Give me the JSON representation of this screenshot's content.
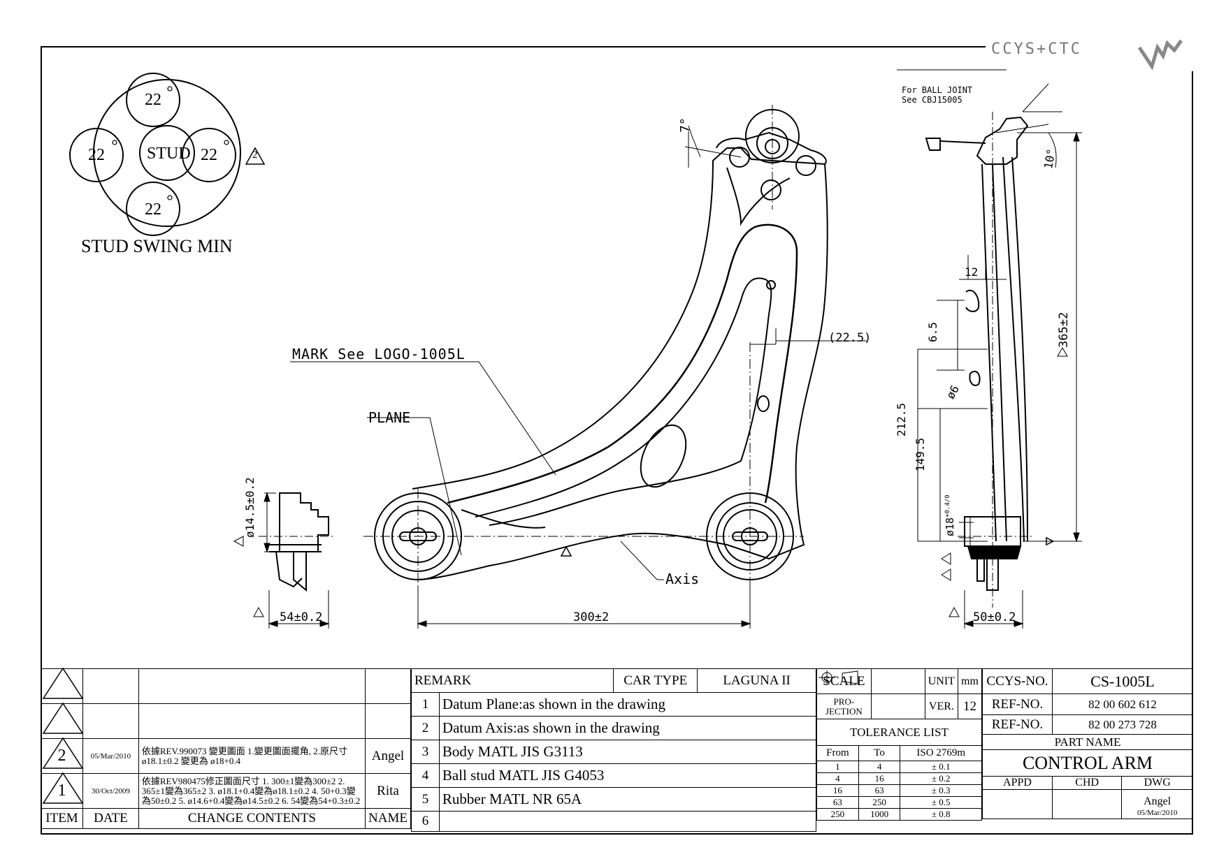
{
  "logo": {
    "text": "CCYS+CTC"
  },
  "stud_swing": {
    "center_label": "STUD",
    "top": "22",
    "left": "22",
    "right": "22",
    "bottom": "22",
    "degree_mark": "°",
    "rev_mark": "2",
    "caption": "STUD SWING MIN"
  },
  "front_view": {
    "angle_label": "7°",
    "mark_label": "MARK See LOGO-1005L",
    "plane_label": "PLANE",
    "axis_label": "Axis",
    "offset_label": "(22.5)",
    "length_label": "300±2"
  },
  "section_view": {
    "height_label": "ø14.5±0.2",
    "width_label": "54±0.2"
  },
  "side_view": {
    "ball_joint_note_1": "For BALL JOINT",
    "ball_joint_note_2": "See CBJ15005",
    "angle_label": "10°",
    "dim_12": "12",
    "dim_6_5": "6.5",
    "dim_phi6": "ø6",
    "dim_212_5": "212.5",
    "dim_149_5": "149.5",
    "dim_phi18": "ø18",
    "dim_phi18_tol": "+0.4/0",
    "dim_365": "365±2",
    "width_label": "50±0.2"
  },
  "revisions": {
    "rows": [
      {
        "item": "",
        "date": "",
        "contents": "",
        "name": ""
      },
      {
        "item": "",
        "date": "",
        "contents": "",
        "name": ""
      },
      {
        "item": "2",
        "date": "05/Mar/2010",
        "contents": "依據REV.990073 變更圖面 1.變更圖面擺角, 2.原尺寸 ø18.1±0.2 變更為 ø18+0.4",
        "name": "Angel"
      },
      {
        "item": "1",
        "date": "30/Oct/2009",
        "contents": "依據REV980475修正圖面尺寸 1. 300±1變為300±2 2. 365±1變為365±2 3. ø18.1+0.4變為ø18.1±0.2 4. 50+0.3變為50±0.2 5. ø14.6+0.4變為ø14.5±0.2 6. 54變為54+0.3±0.2",
        "name": "Rita"
      }
    ],
    "headers": {
      "item": "ITEM",
      "date": "DATE",
      "contents": "CHANGE CONTENTS",
      "name": "NAME"
    }
  },
  "remarks": {
    "header": "REMARK",
    "car_type_label": "CAR TYPE",
    "car_type": "LAGUNA II",
    "items": [
      {
        "no": "1",
        "text": "Datum Plane:as shown in the drawing"
      },
      {
        "no": "2",
        "text": "Datum Axis:as shown in the drawing"
      },
      {
        "no": "3",
        "text": "Body MATL JIS G3113"
      },
      {
        "no": "4",
        "text": "Ball stud MATL JIS G4053"
      },
      {
        "no": "5",
        "text": "Rubber MATL NR 65A"
      },
      {
        "no": "6",
        "text": ""
      }
    ]
  },
  "scale": {
    "scale_label": "SCALE",
    "scale_value": "",
    "unit_label": "UNIT",
    "unit_value": "mm",
    "projection_label": "PRO-JECTION",
    "ver_label": "VER.",
    "ver_value": "12"
  },
  "tolerance": {
    "title": "TOLERANCE LIST",
    "headers": [
      "From",
      "To",
      "ISO 2769m"
    ],
    "rows": [
      [
        "1",
        "4",
        "± 0.1"
      ],
      [
        "4",
        "16",
        "± 0.2"
      ],
      [
        "16",
        "63",
        "± 0.3"
      ],
      [
        "63",
        "250",
        "± 0.5"
      ],
      [
        "250",
        "1000",
        "± 0.8"
      ]
    ]
  },
  "part": {
    "ccys_no_label": "CCYS-NO.",
    "ccys_no": "CS-1005L",
    "ref_no_label": "REF-NO.",
    "ref_no_1": "82 00 602 612",
    "ref_no_2": "82 00 273 728",
    "part_name_label": "PART NAME",
    "part_name": "CONTROL ARM",
    "appd": "APPD",
    "chd": "CHD",
    "dwg": "DWG",
    "drawn_by": "Angel",
    "drawn_date": "05/Mar/2010"
  }
}
